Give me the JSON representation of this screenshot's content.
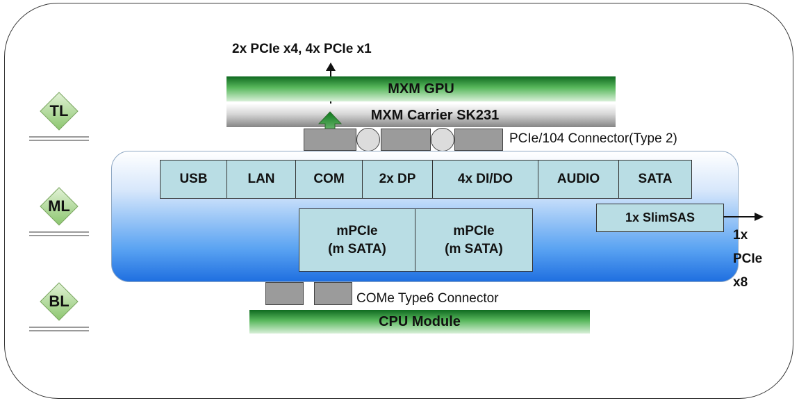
{
  "layers": [
    {
      "label": "TL"
    },
    {
      "label": "ML"
    },
    {
      "label": "BL"
    }
  ],
  "top_annotation": "2x PCIe x4, 4x PCIe x1",
  "mxm_gpu": "MXM GPU",
  "mxm_carrier": "MXM Carrier SK231",
  "pcie104_connector": "PCIe/104 Connector(Type 2)",
  "io_row": [
    "USB",
    "LAN",
    "COM",
    "2x DP",
    "4x DI/DO",
    "AUDIO",
    "SATA"
  ],
  "mpcie": [
    {
      "line1": "mPCIe",
      "line2": "(m SATA)"
    },
    {
      "line1": "mPCIe",
      "line2": "(m SATA)"
    }
  ],
  "slimsas": "1x SlimSAS",
  "slimsas_annotation": [
    "1x",
    "PCIe",
    "x8"
  ],
  "come_connector": "COMe Type6 Connector",
  "cpu_module": "CPU Module",
  "colors": {
    "green_bar": "#2f8f3a",
    "board_blue": "#2f7fe8",
    "cell_fill": "#b9dde4",
    "diamond_fill": "#9fd08a",
    "connector_gray": "#9b9b9b"
  }
}
